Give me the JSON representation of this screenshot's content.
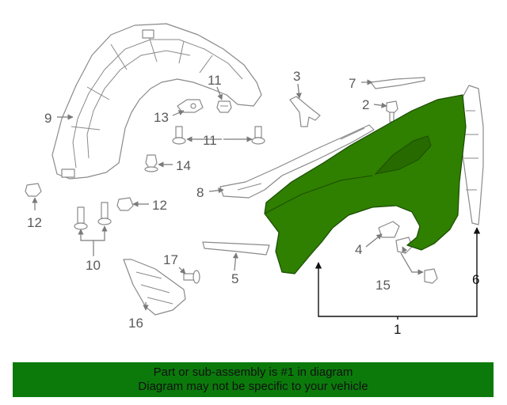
{
  "callouts": {
    "c1": "1",
    "c2": "2",
    "c3": "3",
    "c4": "4",
    "c5": "5",
    "c6": "6",
    "c7": "7",
    "c8": "8",
    "c9": "9",
    "c10": "10",
    "c11a": "11",
    "c11b": "11",
    "c12a": "12",
    "c12b": "12",
    "c13": "13",
    "c14": "14",
    "c15": "15",
    "c16": "16",
    "c17": "17"
  },
  "colors": {
    "highlight_part": "#2f7f00",
    "banner_bg": "#0b7a0b",
    "line": "#8a8a8a"
  },
  "banner": {
    "line1": "Part or sub-assembly is #1 in diagram",
    "line2": "Diagram may not be specific to your vehicle"
  }
}
